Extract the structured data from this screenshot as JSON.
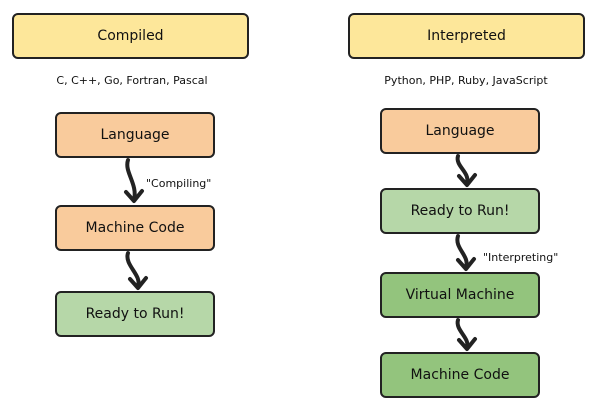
{
  "compiled": {
    "header": "Compiled",
    "examples": "C, C++, Go, Fortran, Pascal",
    "steps": [
      "Language",
      "Machine Code",
      "Ready to Run!"
    ],
    "edge_label": "\"Compiling\""
  },
  "interpreted": {
    "header": "Interpreted",
    "examples": "Python, PHP, Ruby, JavaScript",
    "steps": [
      "Language",
      "Ready to Run!",
      "Virtual Machine",
      "Machine Code"
    ],
    "edge_label": "\"Interpreting\""
  },
  "colors": {
    "header": "#fde79a",
    "orange": "#f9cb9c",
    "light_green": "#b6d7a8",
    "green": "#93c47d",
    "stroke": "#222222"
  }
}
